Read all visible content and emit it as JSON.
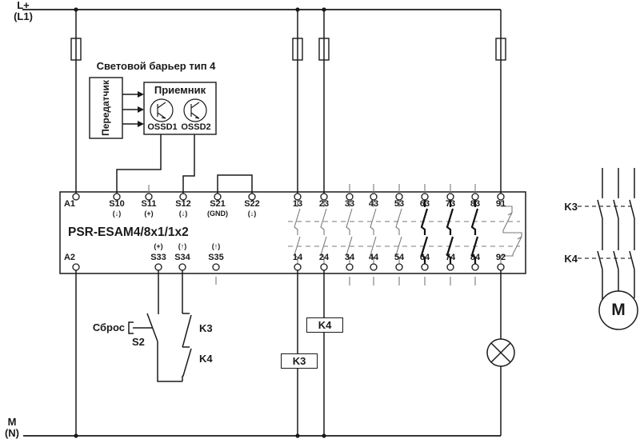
{
  "colors": {
    "line": "#1a1a1a",
    "thin_contact": "#7a7a7a",
    "background": "#ffffff"
  },
  "power": {
    "top_label": "L+",
    "top_sublabel": "(L1)",
    "bottom_label": "M",
    "bottom_sublabel": "(N)"
  },
  "light_barrier": {
    "title": "Световой барьер тип 4",
    "transmitter": "Передатчик",
    "receiver": "Приемник",
    "ossd1": "OSSD1",
    "ossd2": "OSSD2"
  },
  "relay": {
    "model": "PSR-ESAM4/8x1/1x2",
    "top": [
      {
        "l": "A1",
        "s": ""
      },
      {
        "l": "S10",
        "s": "(↓)"
      },
      {
        "l": "S11",
        "s": "(+)"
      },
      {
        "l": "S12",
        "s": "(↓)"
      },
      {
        "l": "S21",
        "s": "(GND)"
      },
      {
        "l": "S22",
        "s": "(↓)"
      },
      {
        "l": "13",
        "s": ""
      },
      {
        "l": "23",
        "s": ""
      },
      {
        "l": "33",
        "s": ""
      },
      {
        "l": "43",
        "s": ""
      },
      {
        "l": "53",
        "s": ""
      },
      {
        "l": "63",
        "s": ""
      },
      {
        "l": "73",
        "s": ""
      },
      {
        "l": "83",
        "s": ""
      },
      {
        "l": "91",
        "s": ""
      }
    ],
    "bottom": [
      {
        "l": "A2",
        "s": ""
      },
      {
        "l": "S33",
        "s": "(+)"
      },
      {
        "l": "S34",
        "s": "(↑)"
      },
      {
        "l": "S35",
        "s": "(↑)"
      },
      {
        "l": "14",
        "s": ""
      },
      {
        "l": "24",
        "s": ""
      },
      {
        "l": "34",
        "s": ""
      },
      {
        "l": "44",
        "s": ""
      },
      {
        "l": "54",
        "s": ""
      },
      {
        "l": "64",
        "s": ""
      },
      {
        "l": "74",
        "s": ""
      },
      {
        "l": "84",
        "s": ""
      },
      {
        "l": "92",
        "s": ""
      }
    ]
  },
  "reset": {
    "button": "Сброс",
    "switch": "S2",
    "feedback1": "K3",
    "feedback2": "K4"
  },
  "coils": [
    {
      "label": "K4"
    },
    {
      "label": "K3"
    }
  ],
  "contactors": [
    {
      "label": "K3"
    },
    {
      "label": "K4"
    }
  ],
  "motor": {
    "label": "M"
  }
}
